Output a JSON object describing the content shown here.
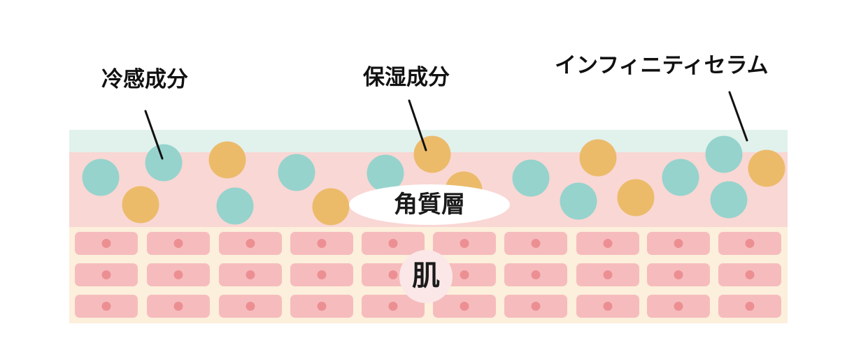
{
  "labels": {
    "cooling": "冷感成分",
    "moisturizing": "保湿成分",
    "serum": "インフィニティセラム",
    "stratum_corneum": "角質層",
    "skin": "肌"
  },
  "colors": {
    "top_layer": "#e1f1ec",
    "stratum_layer": "#f9d7d4",
    "skin_layer": "#fcefdb",
    "cell": "#f6bcbd",
    "nucleus": "#ec8f93",
    "teal_particle": "#96d3cd",
    "gold_particle": "#ecbb6a",
    "skin_label_bg": "#fbe7e8",
    "stratum_label_bg": "#ffffff",
    "leader_line": "#111111"
  }
}
